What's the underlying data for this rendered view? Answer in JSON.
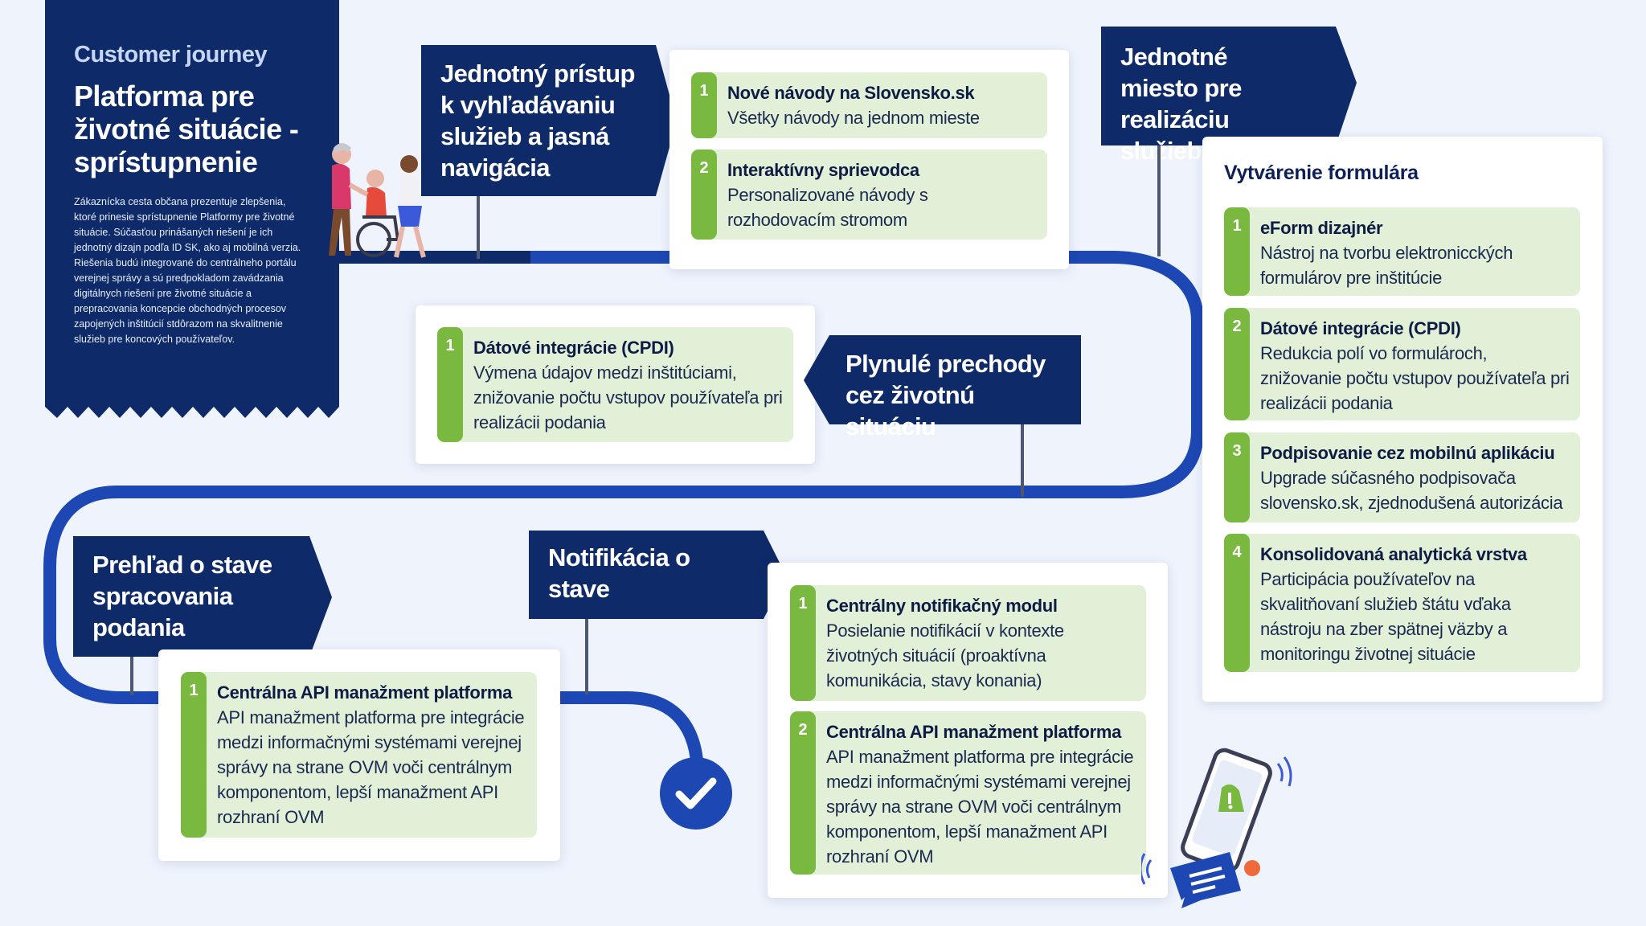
{
  "intro": {
    "kicker": "Customer journey",
    "title": "Platforma pre životné situácie - sprístupnenie",
    "description": "Zákaznícka cesta občana prezentuje zlepšenia, ktoré prinesie sprístupnenie Platformy pre životné situácie. Súčasťou prinášaných riešení je ich jednotný dizajn podľa ID SK, ako aj mobilná verzia. Riešenia budú integrované do centrálneho portálu verejnej správy a sú predpokladom zavádzania digitálnych riešení pre životné situácie a prepracovania koncepcie obchodných procesov zapojených inštitúcií stdôrazom na skvalitnenie služieb pre koncových používateľov."
  },
  "stages": {
    "access": {
      "title": "Jednotný prístup k vyhľadávaniu služieb a jasná navigácia",
      "items": [
        {
          "num": "1",
          "heading": "Nové návody na Slovensko.sk",
          "text": "Všetky návody na jednom mieste"
        },
        {
          "num": "2",
          "heading": "Interaktívny sprievodca",
          "text": "Personalizované návody s rozhodovacím stromom"
        }
      ]
    },
    "single_place": {
      "title": "Jednotné miesto pre realizáciu služieb",
      "panel_title": "Vytvárenie  formulára",
      "items": [
        {
          "num": "1",
          "heading": "eForm dizajnér",
          "text": "Nástroj na tvorbu elektronicckých formulárov pre inštitúcie"
        },
        {
          "num": "2",
          "heading": "Dátové integrácie (CPDI)",
          "text": "Redukcia polí vo formulároch, znižovanie počtu vstupov používateľa pri realizácii podania"
        },
        {
          "num": "3",
          "heading": "Podpisovanie cez mobilnú aplikáciu",
          "text": "Upgrade súčasného podpisovača slovensko.sk, zjednodušená autorizácia"
        },
        {
          "num": "4",
          "heading": "Konsolidovaná analytická vrstva",
          "text": "Participácia používateľov na skvalitňovaní služieb štátu vďaka nástroju na zber spätnej väzby a monitoringu životnej situácie"
        }
      ]
    },
    "transitions": {
      "title": "Plynulé prechody cez životnú situáciu",
      "items": [
        {
          "num": "1",
          "heading": "Dátové integrácie (CPDI)",
          "text": "Výmena údajov medzi inštitúciami, znižovanie počtu vstupov používateľa pri realizácii podania"
        }
      ]
    },
    "status": {
      "title": "Prehľad o stave spracovania podania",
      "items": [
        {
          "num": "1",
          "heading": "Centrálna API manažment platforma",
          "text": "API manažment platforma pre integrácie medzi informačnými systémami verejnej správy na strane OVM voči centrálnym komponentom, lepší manažment API rozhraní OVM"
        }
      ]
    },
    "notification": {
      "title": "Notifikácia o stave",
      "items": [
        {
          "num": "1",
          "heading": "Centrálny notifikačný modul",
          "text": "Posielanie notifikácií v kontexte životných situácií (proaktívna komunikácia, stavy konania)"
        },
        {
          "num": "2",
          "heading": "Centrálna API manažment platforma",
          "text": "API manažment platforma pre integrácie medzi informačnými systémami verejnej správy na strane OVM voči centrálnym komponentom, lepší manažment API rozhraní OVM"
        }
      ]
    }
  },
  "colors": {
    "navy": "#0e2a68",
    "road": "#1d47b3",
    "accent_green": "#79b93f",
    "item_bg": "#e3f0d8",
    "page_bg": "#eef3fc"
  },
  "icons": [
    "people-illustration",
    "checkmark-icon",
    "phone-notification-illustration"
  ]
}
